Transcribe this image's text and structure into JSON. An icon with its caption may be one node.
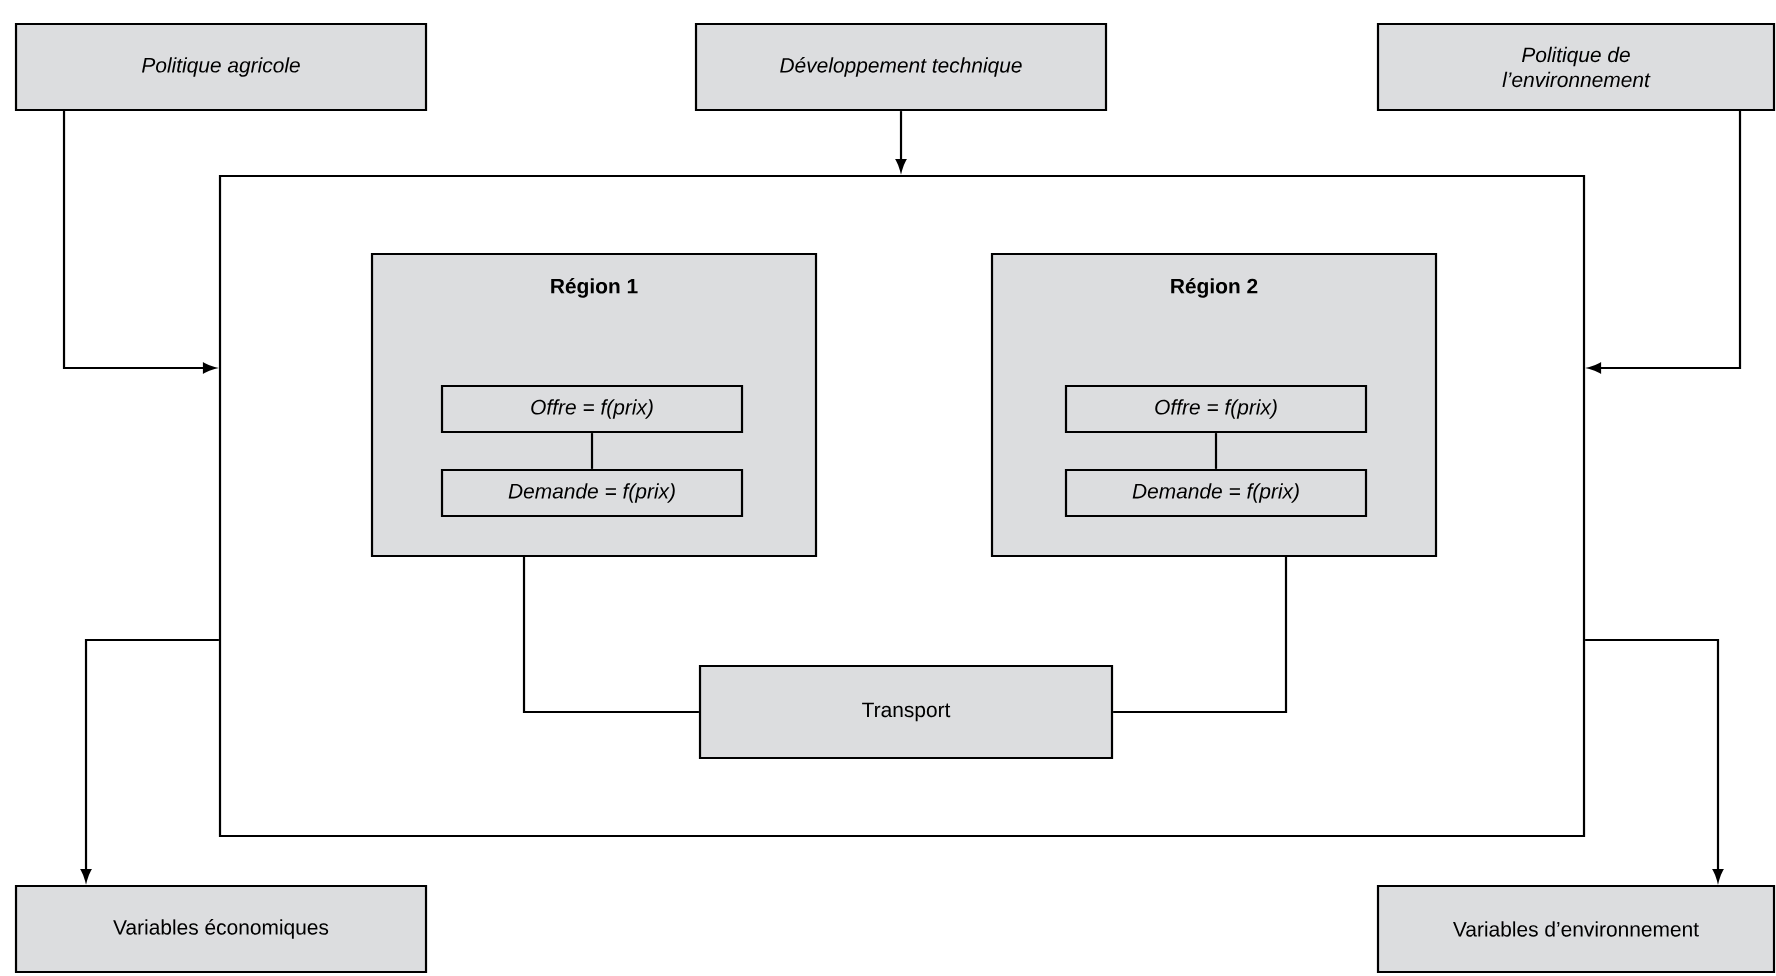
{
  "diagram": {
    "nodes": [
      {
        "text": [
          "Politique agricole"
        ]
      },
      {
        "text": [
          "Développement technique"
        ]
      },
      {
        "text": [
          "Politique de l’environnement"
        ]
      },
      {
        "text": [],
        "shape": "box"
      },
      {
        "text": [
          "Région 1"
        ],
        "in": 3
      },
      {
        "text": [
          "Offre = f(prix)"
        ],
        "in": 4
      },
      {
        "text": [
          "Demande = f(prix)"
        ],
        "in": 4
      },
      {
        "text": [
          "Région 2"
        ],
        "in": 3
      },
      {
        "text": [
          "Offre = f(prix)"
        ],
        "in": 7
      },
      {
        "text": [
          "Demande = f(prix)"
        ],
        "in": 7
      },
      {
        "text": [
          "Transport"
        ],
        "in": 3
      },
      {
        "text": [
          "Variables économiques"
        ]
      },
      {
        "text": [
          "Variables d’environnement"
        ]
      }
    ],
    "edges": [
      {
        "from": 0,
        "to": 3,
        "arrow": "to"
      },
      {
        "from": 1,
        "to": 3,
        "arrow": "to"
      },
      {
        "from": 2,
        "to": 3,
        "arrow": "to"
      },
      {
        "from": 3,
        "to": 11,
        "arrow": "to"
      },
      {
        "from": 3,
        "to": 12,
        "arrow": "to"
      },
      {
        "from": 5,
        "to": 6,
        "arrow": "none"
      },
      {
        "from": 8,
        "to": 9,
        "arrow": "none"
      },
      {
        "from": 4,
        "to": 10,
        "arrow": "none"
      },
      {
        "from": 7,
        "to": 10,
        "arrow": "none"
      }
    ]
  }
}
